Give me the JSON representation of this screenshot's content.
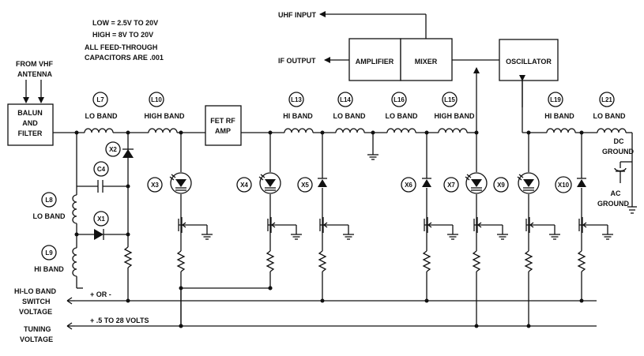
{
  "notes": {
    "low": "LOW = 2.5V TO 20V",
    "high": "HIGH = 8V TO 20V",
    "feed1": "ALL FEED-THROUGH",
    "feed2": "CAPACITORS ARE .001"
  },
  "antenna": {
    "line1": "FROM VHF",
    "line2": "ANTENNA"
  },
  "blocks": {
    "balun": [
      "BALUN",
      "AND",
      "FILTER"
    ],
    "fet": [
      "FET RF",
      "AMP"
    ],
    "amplifier": "AMPLIFIER",
    "mixer": "MIXER",
    "oscillator": "OSCILLATOR"
  },
  "outputs": {
    "uhf_input": "UHF INPUT",
    "if_output": "IF OUTPUT"
  },
  "inductors": [
    {
      "id": "L7",
      "label": "LO BAND"
    },
    {
      "id": "L10",
      "label": "HIGH BAND"
    },
    {
      "id": "L13",
      "label": "HI BAND"
    },
    {
      "id": "L14",
      "label": "LO BAND"
    },
    {
      "id": "L16",
      "label": "LO BAND"
    },
    {
      "id": "L15",
      "label": "HIGH BAND"
    },
    {
      "id": "L19",
      "label": "HI BAND"
    },
    {
      "id": "L21",
      "label": "LO BAND"
    },
    {
      "id": "L8",
      "label": "LO BAND"
    },
    {
      "id": "L9",
      "label": "HI BAND"
    }
  ],
  "components": {
    "x2": "X2",
    "c4": "C4",
    "x1": "X1",
    "x3": "X3",
    "x4": "X4",
    "x5": "X5",
    "x6": "X6",
    "x7": "X7",
    "x9": "X9",
    "x10": "X10"
  },
  "grounds": {
    "dc1": "DC",
    "dc2": "GROUND",
    "ac1": "AC",
    "ac2": "GROUND"
  },
  "supply": {
    "hilo1": "HI-LO BAND",
    "hilo2": "SWITCH",
    "hilo3": "VOLTAGE",
    "polarity": "+ OR -",
    "tuning1": "TUNING",
    "tuning2": "VOLTAGE",
    "tuning_range": "+ .5 TO 28 VOLTS"
  }
}
